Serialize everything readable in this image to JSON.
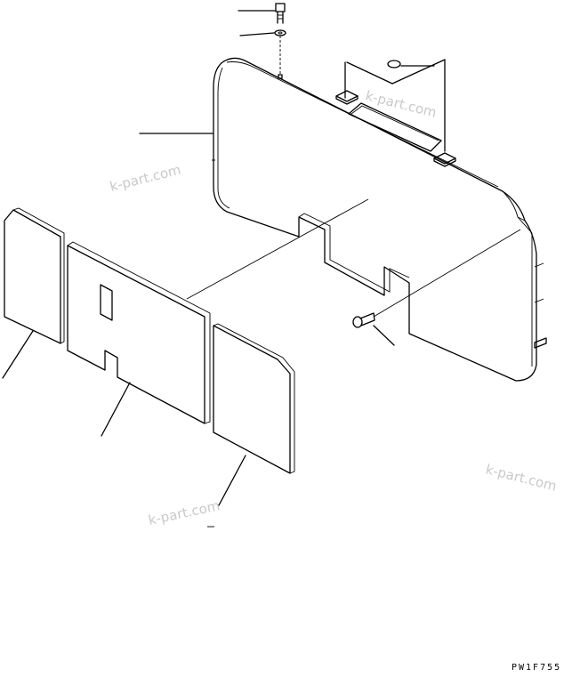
{
  "drawing": {
    "code": "PW1F755",
    "watermarks": [
      "k-part.com",
      "k-part.com",
      "k-part.com",
      "k-part.com"
    ]
  },
  "parts": [
    {
      "name": "bolt"
    },
    {
      "name": "washer"
    },
    {
      "name": "plug"
    },
    {
      "name": "cover"
    },
    {
      "name": "grommet"
    },
    {
      "name": "insulation-pad-left"
    },
    {
      "name": "insulation-pad-center"
    },
    {
      "name": "insulation-pad-right"
    }
  ]
}
